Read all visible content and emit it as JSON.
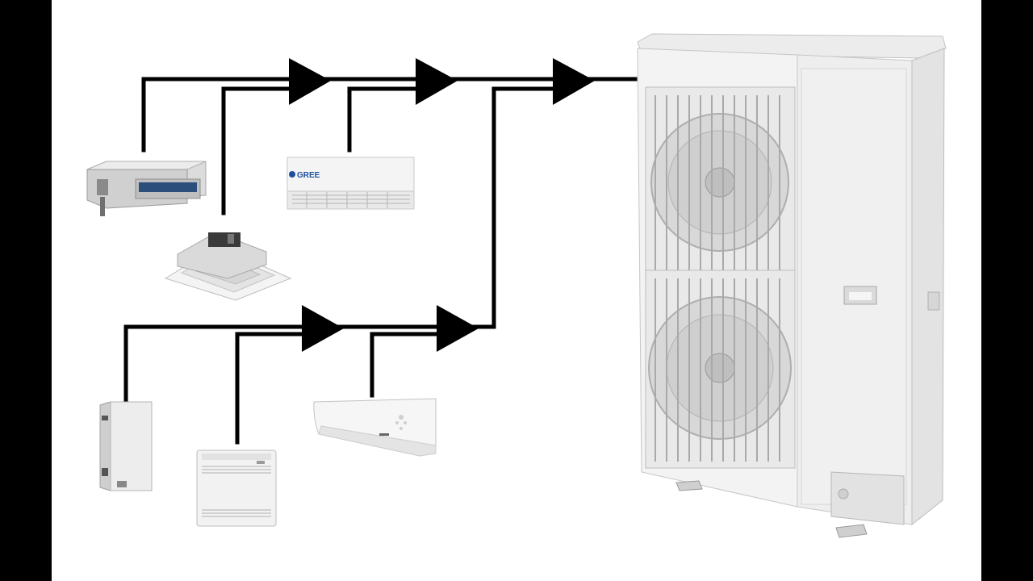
{
  "colors": {
    "frame": "#000000",
    "canvas": "#ffffff",
    "pipe": "#000000",
    "unit_body": "#f2f2f2",
    "unit_edge": "#c9c9c9",
    "grille": "#b8b8b8",
    "brand_accent": "#1f4e9c"
  },
  "labels": {
    "ceiling_unit_brand": "GREE"
  },
  "indoor_units": [
    {
      "name": "ducted-unit",
      "icon": "ducted-indoor-unit-icon"
    },
    {
      "name": "cassette-unit",
      "icon": "ceiling-cassette-unit-icon"
    },
    {
      "name": "ceiling-floor-unit",
      "icon": "ceiling-floor-unit-icon"
    },
    {
      "name": "air-handler-unit",
      "icon": "vertical-air-handler-icon"
    },
    {
      "name": "floor-console-unit",
      "icon": "floor-console-unit-icon"
    },
    {
      "name": "wall-mounted-unit",
      "icon": "wall-split-unit-icon"
    }
  ],
  "outdoor_unit": {
    "name": "outdoor-condensing-unit",
    "icon": "dual-fan-outdoor-unit-icon"
  }
}
